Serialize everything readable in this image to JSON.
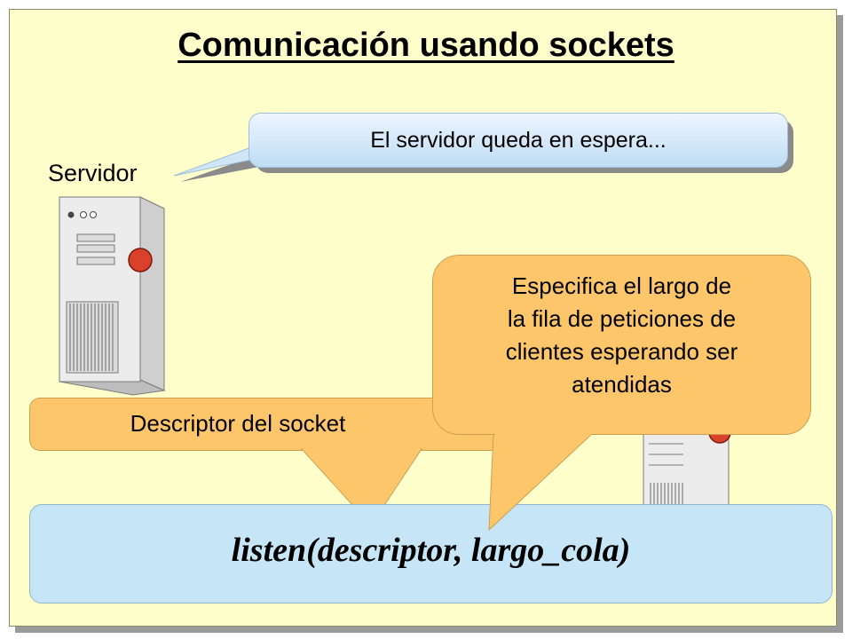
{
  "title": "Comunicación usando sockets",
  "server_label": "Servidor",
  "callout_wait": "El servidor queda en espera...",
  "descriptor_label": "Descriptor del socket",
  "spec_bubble": {
    "line1": "Especifica el largo de",
    "line2": "la fila de peticiones de",
    "line3": "clientes esperando ser",
    "line4": "atendidas"
  },
  "code": "listen(descriptor, largo_cola)",
  "colors": {
    "slide_background": "#ffffcc",
    "callout_blue": "#c6e6f7",
    "callout_orange": "#fec66a",
    "led_red": "#d9412a"
  },
  "icons": [
    "server-tower-icon",
    "server-tower-icon"
  ]
}
